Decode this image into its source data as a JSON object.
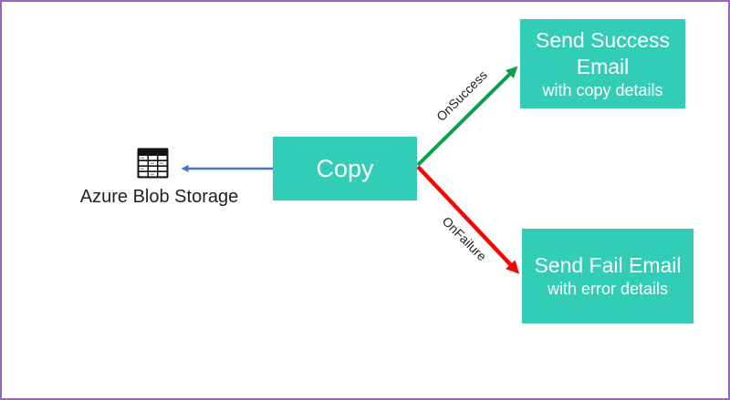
{
  "colors": {
    "teal": "#31CDB7",
    "border-purple": "#9767BE",
    "arrow-blue": "#4472C4",
    "arrow-green": "#0BA04A",
    "arrow-red": "#F70505",
    "text-dark": "#222222",
    "text-light": "#FFFFFF"
  },
  "nodes": {
    "storage": {
      "label": "Azure Blob Storage",
      "icon": "table-grid-icon"
    },
    "copy": {
      "label": "Copy"
    },
    "success_email": {
      "title_line1": "Send Success",
      "title_line2": "Email",
      "subtitle": "with copy details"
    },
    "fail_email": {
      "title": "Send Fail Email",
      "subtitle": "with error details"
    }
  },
  "edges": {
    "success": {
      "label": "OnSuccess"
    },
    "failure": {
      "label": "OnFailure"
    }
  }
}
